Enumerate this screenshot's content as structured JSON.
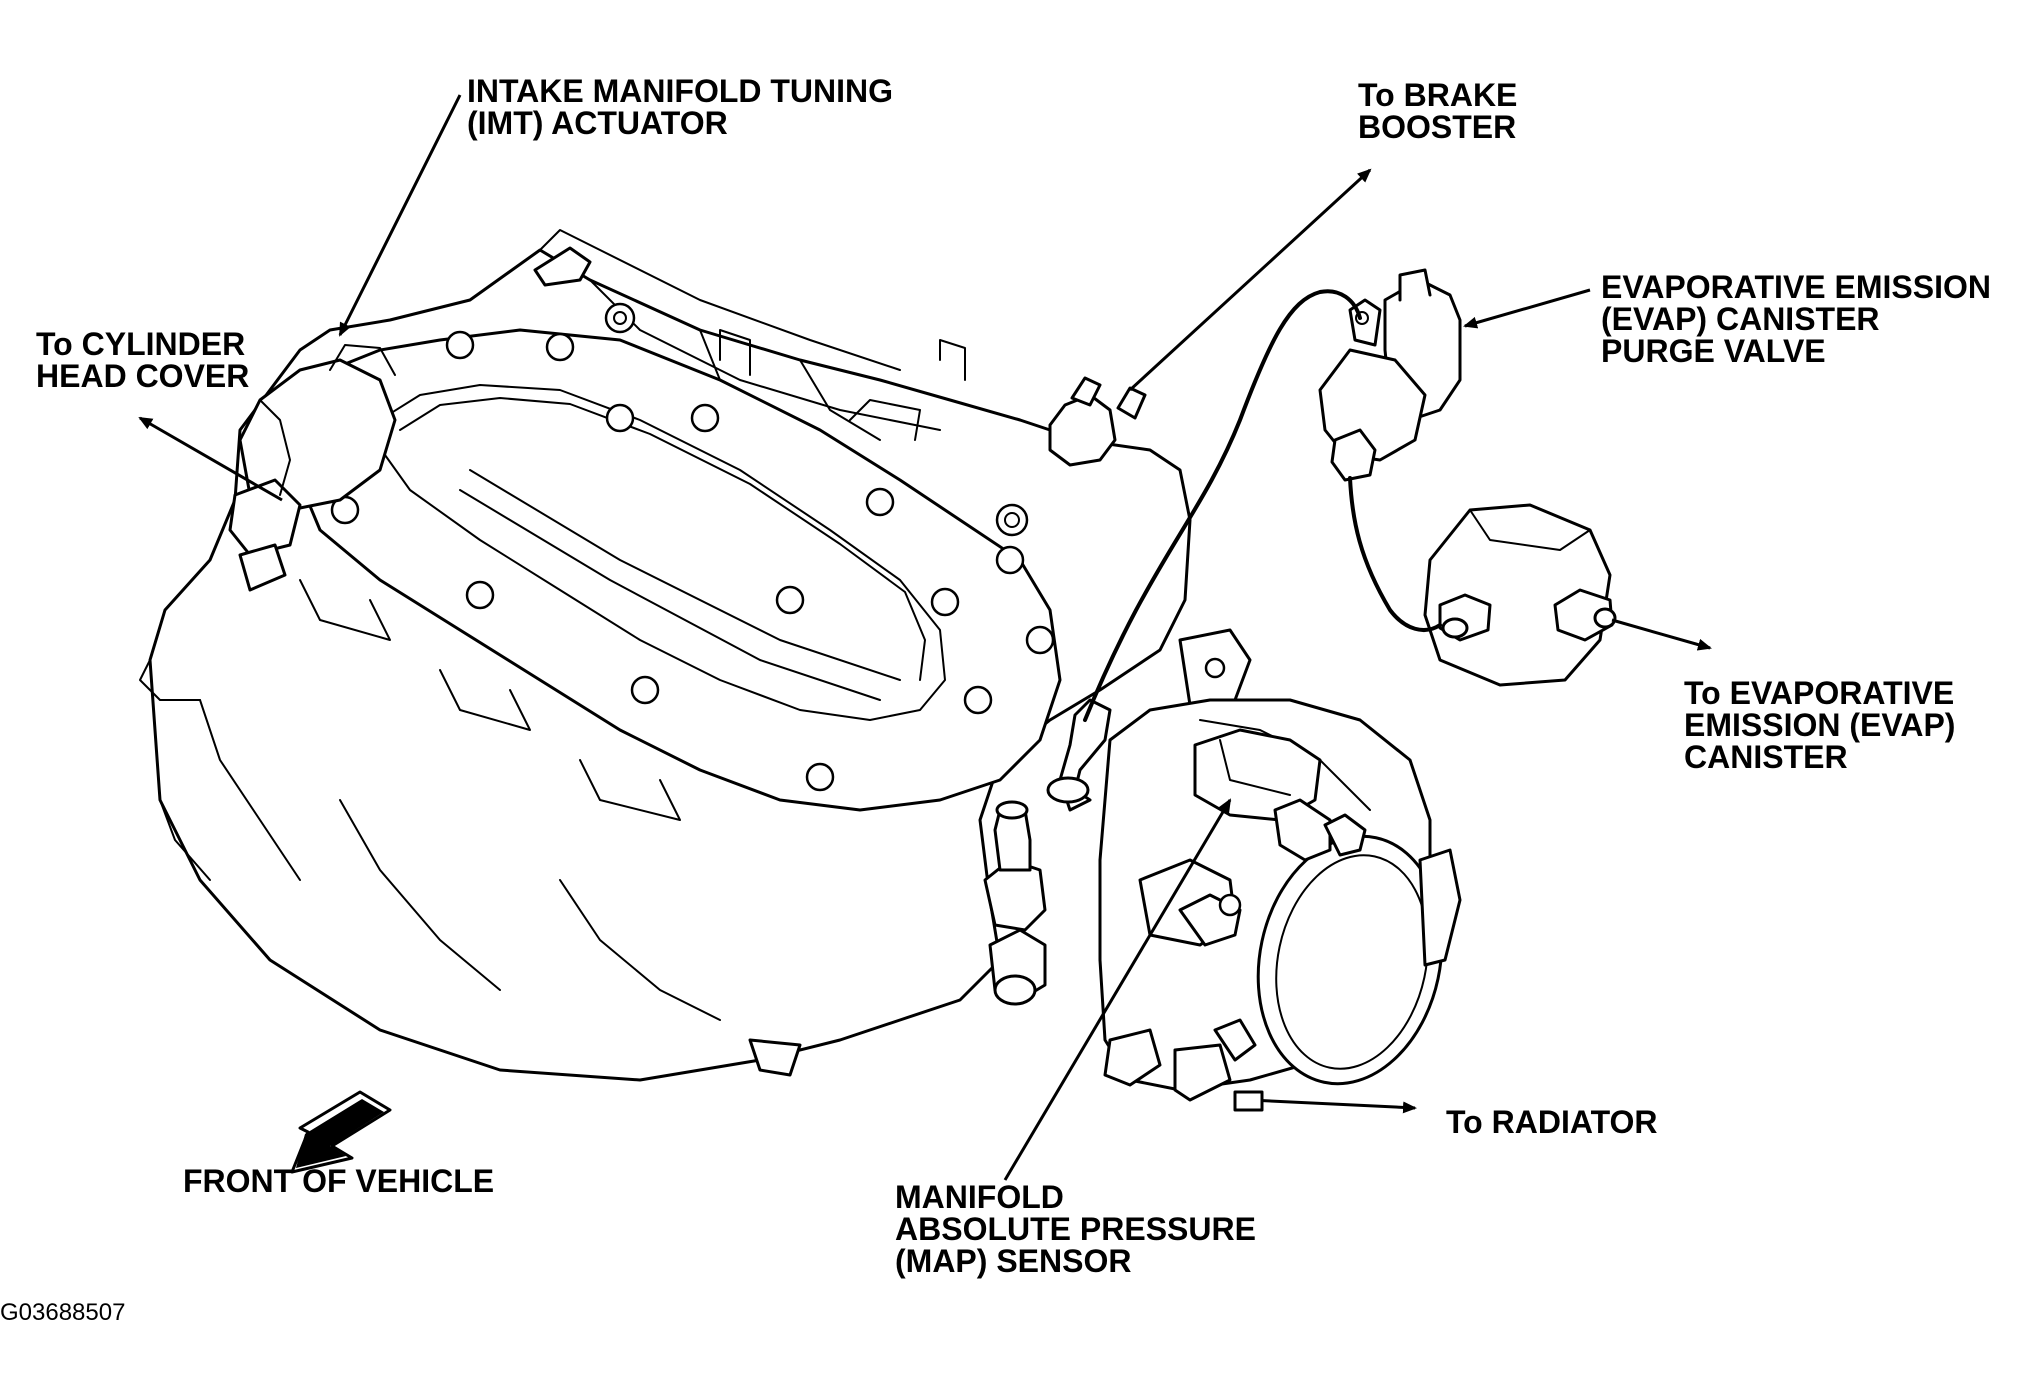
{
  "labels": {
    "imt_actuator": [
      "INTAKE MANIFOLD TUNING",
      "(IMT) ACTUATOR"
    ],
    "brake_booster": [
      "To BRAKE",
      "BOOSTER"
    ],
    "evap_purge_valve": [
      "EVAPORATIVE EMISSION",
      "(EVAP) CANISTER",
      "PURGE VALVE"
    ],
    "cylinder_head_cover": [
      "To CYLINDER",
      "HEAD COVER"
    ],
    "evap_canister": [
      "To EVAPORATIVE",
      "EMISSION (EVAP)",
      "CANISTER"
    ],
    "radiator": [
      "To RADIATOR"
    ],
    "front_of_vehicle": [
      "FRONT OF VEHICLE"
    ],
    "map_sensor": [
      "MANIFOLD",
      "ABSOLUTE PRESSURE",
      "(MAP) SENSOR"
    ]
  },
  "figure_code": "G03688507",
  "colors": {
    "ink": "#000000",
    "paper": "#ffffff"
  }
}
